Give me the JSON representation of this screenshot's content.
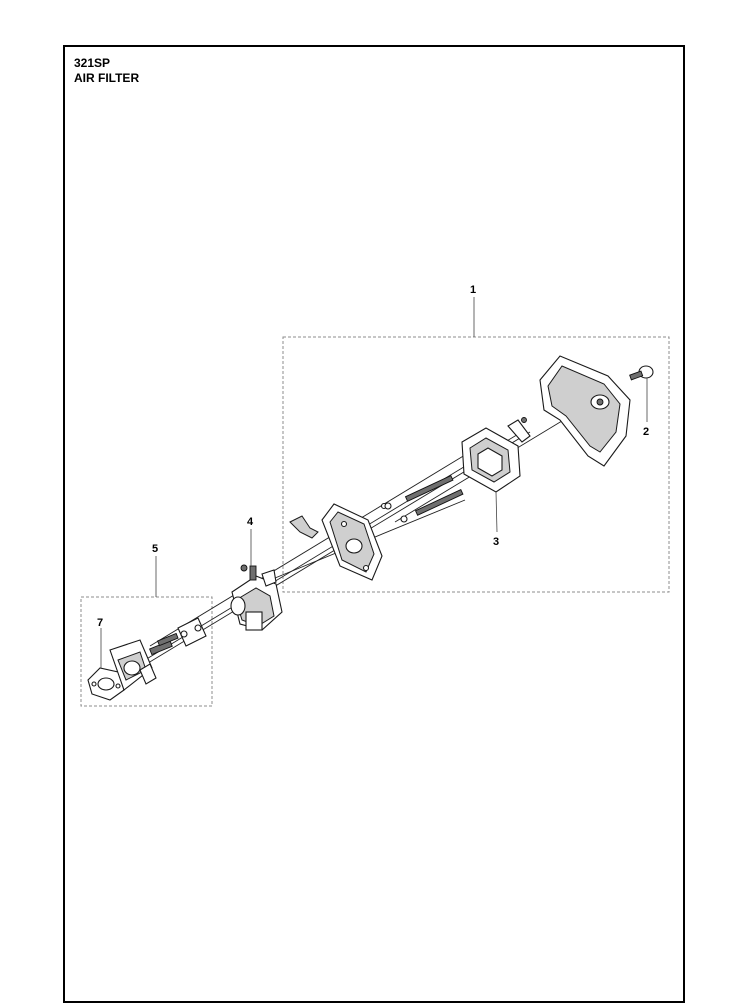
{
  "header": {
    "model": "321SP",
    "section": "AIR FILTER"
  },
  "callouts": {
    "c1": "1",
    "c2": "2",
    "c3": "3",
    "c4": "4",
    "c5": "5",
    "c7": "7"
  },
  "colors": {
    "line": "#1a1a1a",
    "group_box": "#8c8c8c",
    "shade": "#cfcfcf"
  }
}
